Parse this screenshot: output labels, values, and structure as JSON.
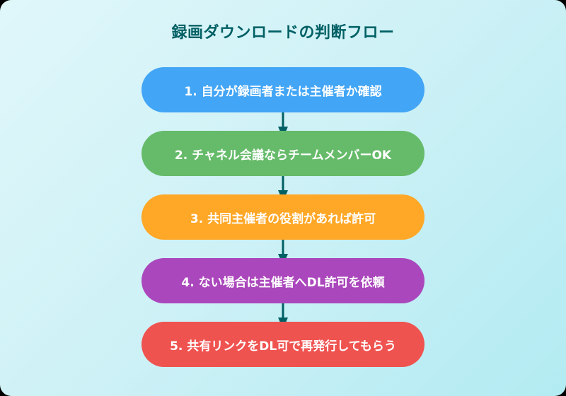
{
  "title": "録画ダウンロードの判断フロー",
  "colors": {
    "background_start": "#e0f7fa",
    "background_end": "#b2ebf2",
    "title": "#006064",
    "arrow": "#006064",
    "step_text": "#ffffff"
  },
  "steps": [
    {
      "number": 1,
      "label": "1. 自分が録画者または主催者か確認",
      "color": "#42a5f5"
    },
    {
      "number": 2,
      "label": "2. チャネル会議ならチームメンバーOK",
      "color": "#66bb6a"
    },
    {
      "number": 3,
      "label": "3. 共同主催者の役割があれば許可",
      "color": "#ffa726"
    },
    {
      "number": 4,
      "label": "4. ない場合は主催者へDL許可を依頼",
      "color": "#ab47bc"
    },
    {
      "number": 5,
      "label": "5. 共有リンクをDL可で再発行してもらう",
      "color": "#ef5350"
    }
  ],
  "connectors": [
    {
      "from": 1,
      "to": 2,
      "icon": "arrow-down-icon"
    },
    {
      "from": 2,
      "to": 3,
      "icon": "arrow-down-icon"
    },
    {
      "from": 3,
      "to": 4,
      "icon": "arrow-down-icon"
    },
    {
      "from": 4,
      "to": 5,
      "icon": "arrow-down-icon"
    }
  ]
}
